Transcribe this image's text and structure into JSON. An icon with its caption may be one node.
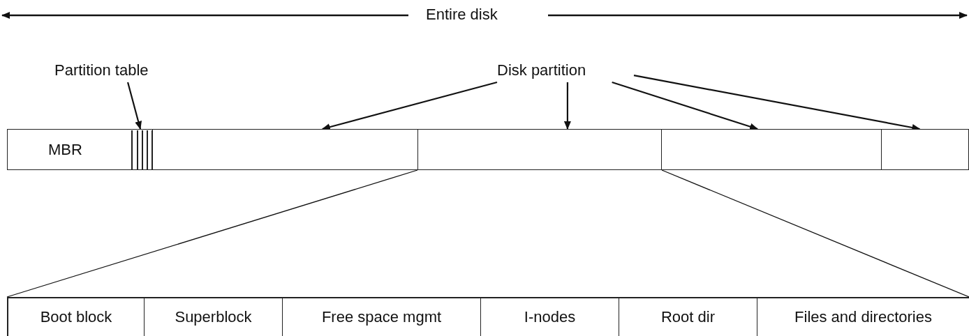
{
  "diagram": {
    "nodes": [
      {
        "text": [
          "Partition table"
        ]
      },
      {
        "text": [
          "Disk partition"
        ]
      },
      {
        "text": [
          "MBR"
        ]
      },
      {
        "text": [],
        "shape": "bar"
      },
      {
        "text": [],
        "shape": "box"
      },
      {
        "text": [],
        "shape": "box"
      },
      {
        "text": [],
        "shape": "box"
      },
      {
        "text": [],
        "shape": "box"
      },
      {
        "text": [],
        "shape": "box"
      },
      {
        "text": [
          "Boot block"
        ],
        "in": 8
      },
      {
        "text": [
          "Superblock"
        ],
        "in": 8
      },
      {
        "text": [
          "Free space mgmt"
        ],
        "in": 8
      },
      {
        "text": [
          "I-nodes"
        ],
        "in": 8
      },
      {
        "text": [
          "Root dir"
        ],
        "in": 8
      },
      {
        "text": [
          "Files and directories"
        ],
        "in": 8
      }
    ],
    "edges": [
      {
        "from": 0,
        "to": 3,
        "arrow": "to"
      },
      {
        "from": 1,
        "to": 4,
        "arrow": "to"
      },
      {
        "from": 1,
        "to": 5,
        "arrow": "to"
      },
      {
        "from": 1,
        "to": 6,
        "arrow": "to"
      },
      {
        "from": 1,
        "to": 7,
        "arrow": "to"
      },
      {
        "from": 5,
        "to": 8,
        "arrow": "none"
      },
      {
        "from": 5,
        "to": 8,
        "arrow": "none"
      }
    ],
    "labels": [
      "Entire disk"
    ]
  }
}
